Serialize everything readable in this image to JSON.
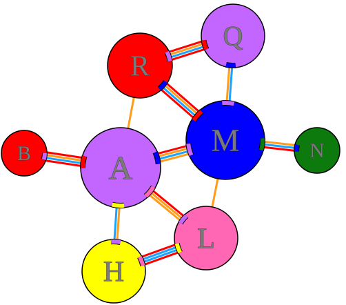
{
  "colors": {
    "red": "#ff0000",
    "orange": "#ff9c1a",
    "sky": "#1aa3ff",
    "purple": "#c266ff",
    "blue": "#0000ff",
    "green": "#0d7a0d",
    "pink": "#ff66b3",
    "yellow": "#ffff00",
    "label": "#7a7a7a",
    "outline": "#000000"
  },
  "nodes": [
    {
      "id": "Q",
      "label": "Q",
      "color": "#c266ff"
    },
    {
      "id": "R",
      "label": "R",
      "color": "#ff0000"
    },
    {
      "id": "M",
      "label": "M",
      "color": "#0000ff"
    },
    {
      "id": "B",
      "label": "B",
      "color": "#ff0000"
    },
    {
      "id": "A",
      "label": "A",
      "color": "#c266ff"
    },
    {
      "id": "N",
      "label": "N",
      "color": "#0d7a0d"
    },
    {
      "id": "L",
      "label": "L",
      "color": "#ff66b3"
    },
    {
      "id": "H",
      "label": "H",
      "color": "#ffff00"
    }
  ],
  "edges": [
    {
      "from": "R",
      "to": "Q",
      "strands": [
        "red",
        "orange",
        "sky",
        "red"
      ]
    },
    {
      "from": "Q",
      "to": "M",
      "strands": [
        "sky",
        "orange"
      ]
    },
    {
      "from": "R",
      "to": "M",
      "strands": [
        "red",
        "orange",
        "sky",
        "red"
      ]
    },
    {
      "from": "R",
      "to": "A",
      "strands": [
        "orange"
      ]
    },
    {
      "from": "B",
      "to": "A",
      "strands": [
        "red",
        "orange",
        "sky",
        "red"
      ]
    },
    {
      "from": "A",
      "to": "M",
      "strands": [
        "red",
        "orange",
        "sky",
        "orange"
      ]
    },
    {
      "from": "M",
      "to": "N",
      "strands": [
        "orange",
        "sky",
        "red"
      ]
    },
    {
      "from": "M",
      "to": "L",
      "strands": [
        "orange"
      ]
    },
    {
      "from": "A",
      "to": "L",
      "strands": [
        "red",
        "orange",
        "orange"
      ]
    },
    {
      "from": "A",
      "to": "H",
      "strands": [
        "orange",
        "sky"
      ]
    },
    {
      "from": "H",
      "to": "L",
      "strands": [
        "red",
        "sky",
        "sky",
        "red"
      ]
    }
  ],
  "ports": [
    {
      "node": "Q",
      "toward": "R",
      "color": "red"
    },
    {
      "node": "Q",
      "toward": "M",
      "color": "blue"
    },
    {
      "node": "R",
      "toward": "Q",
      "color": "purple"
    },
    {
      "node": "R",
      "toward": "M",
      "color": "blue"
    },
    {
      "node": "M",
      "toward": "Q",
      "color": "purple"
    },
    {
      "node": "M",
      "toward": "R",
      "color": "red"
    },
    {
      "node": "M",
      "toward": "A",
      "color": "purple"
    },
    {
      "node": "M",
      "toward": "N",
      "color": "green"
    },
    {
      "node": "B",
      "toward": "A",
      "color": "purple"
    },
    {
      "node": "A",
      "toward": "B",
      "color": "red"
    },
    {
      "node": "A",
      "toward": "M",
      "color": "blue"
    },
    {
      "node": "A",
      "toward": "L",
      "color": "pink"
    },
    {
      "node": "A",
      "toward": "H",
      "color": "yellow"
    },
    {
      "node": "N",
      "toward": "M",
      "color": "blue"
    },
    {
      "node": "L",
      "toward": "A",
      "color": "purple"
    },
    {
      "node": "L",
      "toward": "H",
      "color": "yellow"
    },
    {
      "node": "H",
      "toward": "A",
      "color": "purple"
    },
    {
      "node": "H",
      "toward": "L",
      "color": "pink"
    }
  ]
}
